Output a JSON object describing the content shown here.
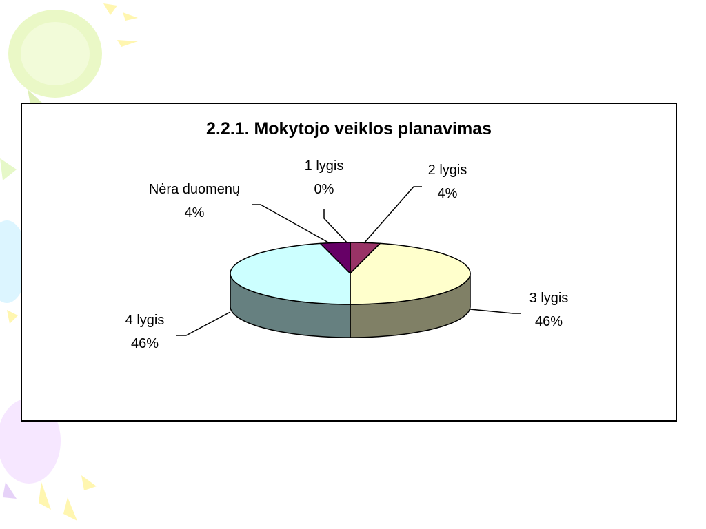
{
  "slide": {
    "background": "#ffffff",
    "decor_colors": [
      "#dff5a8",
      "#c9f1ff",
      "#f6e7ff",
      "#fff6a8"
    ]
  },
  "chart_data": {
    "type": "pie",
    "style": "3d-exploded-none",
    "title": "2.2.1. Mokytojo veiklos planavimas",
    "slices": [
      {
        "label": "1 lygis",
        "value": 0,
        "pct_label": "0%",
        "color": "#7f3f5f"
      },
      {
        "label": "2 lygis",
        "value": 4,
        "pct_label": "4%",
        "color": "#993366"
      },
      {
        "label": "3 lygis",
        "value": 46,
        "pct_label": "46%",
        "color": "#ffffcc"
      },
      {
        "label": "4 lygis",
        "value": 46,
        "pct_label": "46%",
        "color": "#ccffff"
      },
      {
        "label": "Nėra duomenų",
        "value": 4,
        "pct_label": "4%",
        "color": "#660066"
      }
    ],
    "legend": "none",
    "data_labels": "category-and-percent"
  }
}
